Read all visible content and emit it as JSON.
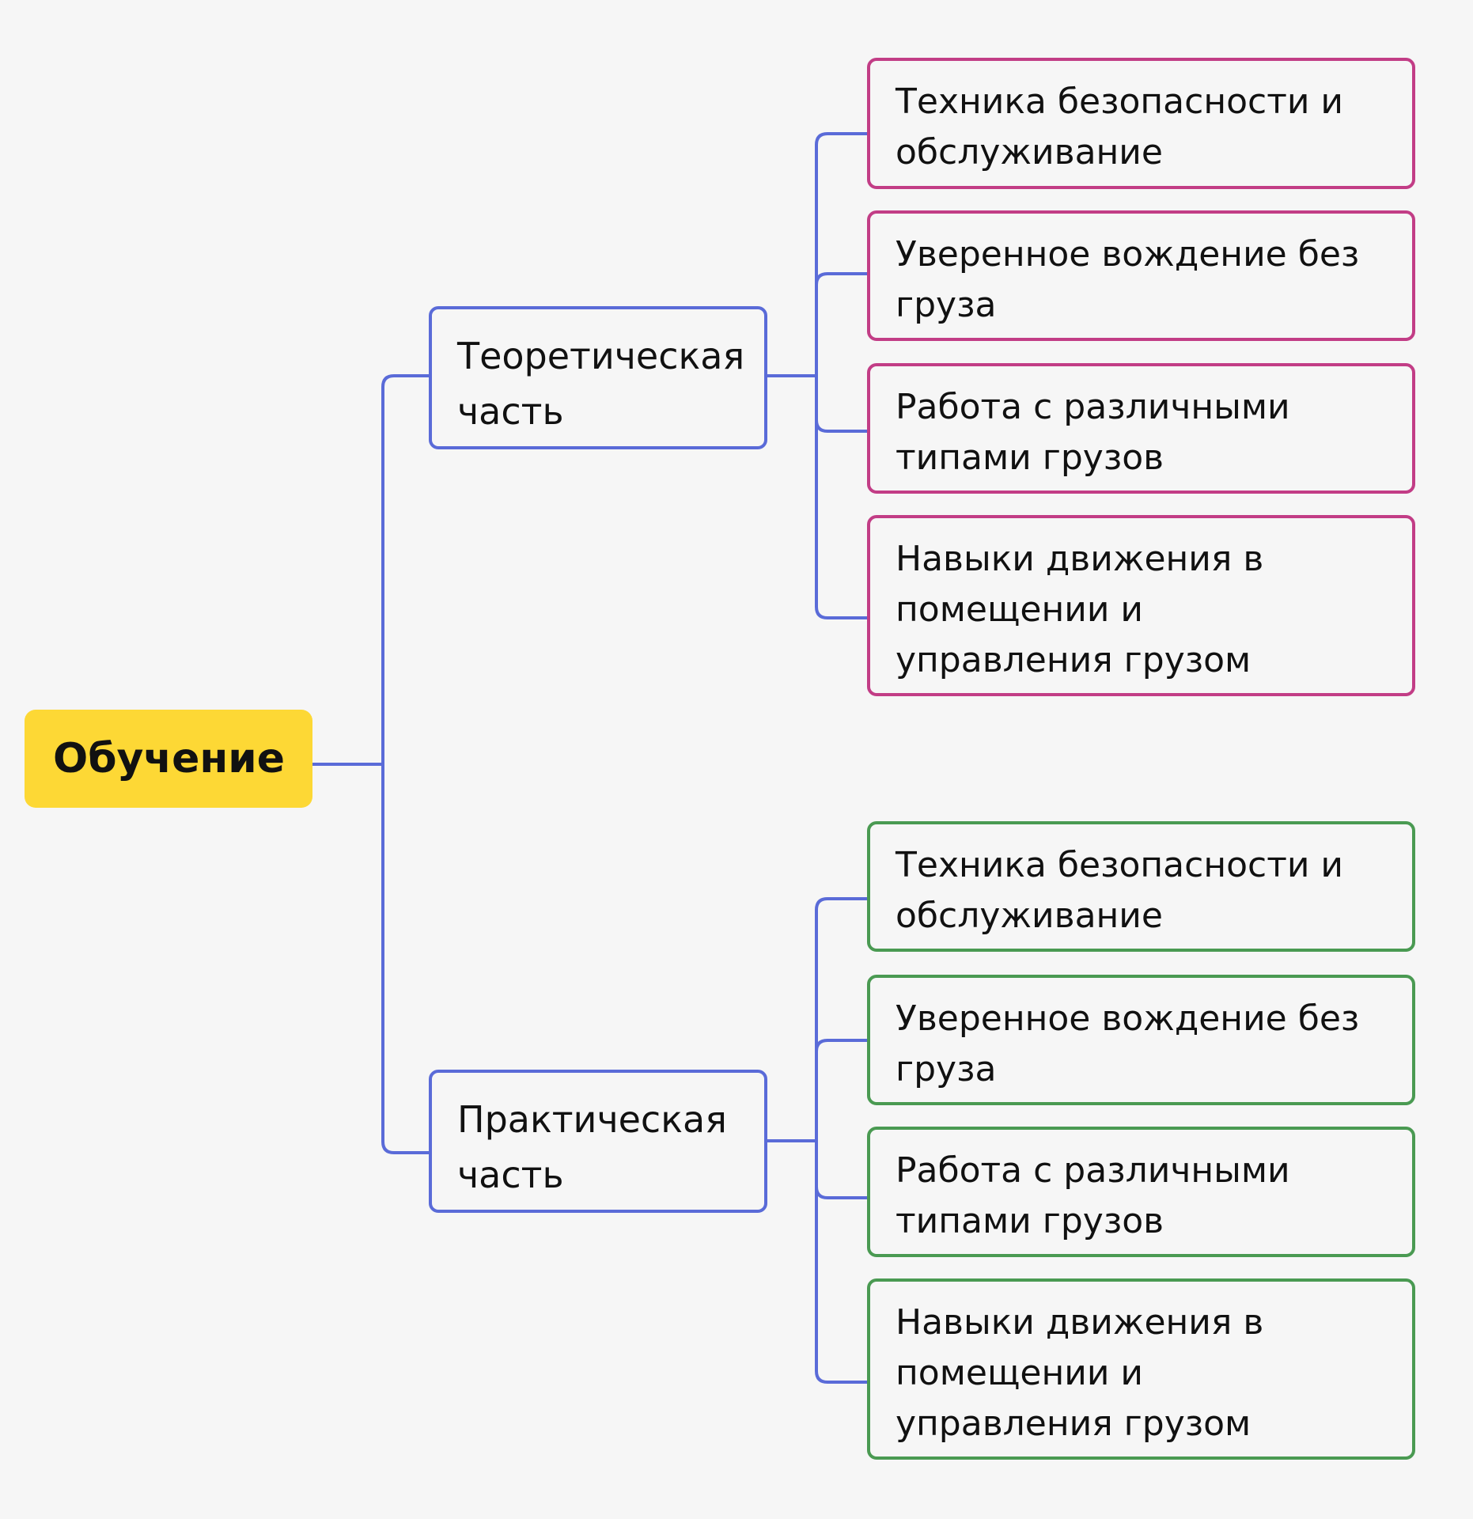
{
  "root": {
    "label": "Обучение"
  },
  "branches": [
    {
      "label": "Теоретическая часть",
      "children": [
        "Техника безопасности и обслуживание",
        "Уверенное вождение без груза",
        "Работа с различными типами грузов",
        "Навыки движения в помещении и управления грузом"
      ]
    },
    {
      "label": "Практическая часть",
      "children": [
        "Техника безопасности и обслуживание",
        "Уверенное вождение без груза",
        "Работа с различными типами грузов",
        "Навыки движения в помещении и управления грузом"
      ]
    }
  ],
  "colors": {
    "connector": "#5a6bd8",
    "root": "#fdd835",
    "branch1": "#c23d86",
    "branch2": "#4a9a52"
  }
}
